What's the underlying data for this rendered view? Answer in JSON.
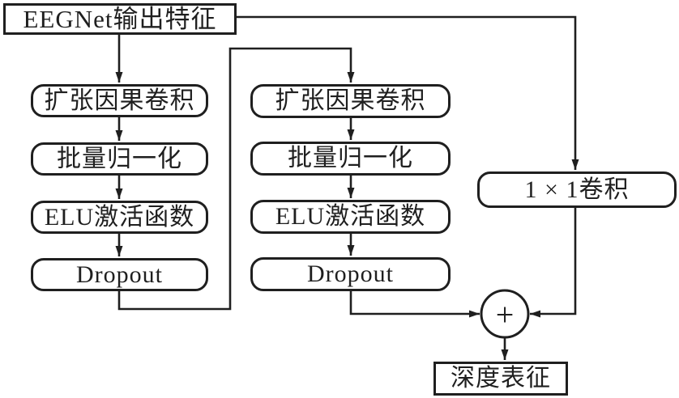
{
  "diagram": {
    "input_label": "EEGNet输出特征",
    "block1": [
      "扩张因果卷积",
      "批量归一化",
      "ELU激活函数",
      "Dropout"
    ],
    "block2": [
      "扩张因果卷积",
      "批量归一化",
      "ELU激活函数",
      "Dropout"
    ],
    "skip_conv_label": "1 × 1卷积",
    "sum_label": "+",
    "output_label": "深度表征",
    "colors": {
      "line": "#1f1f1f",
      "background": "#ffffff"
    }
  }
}
